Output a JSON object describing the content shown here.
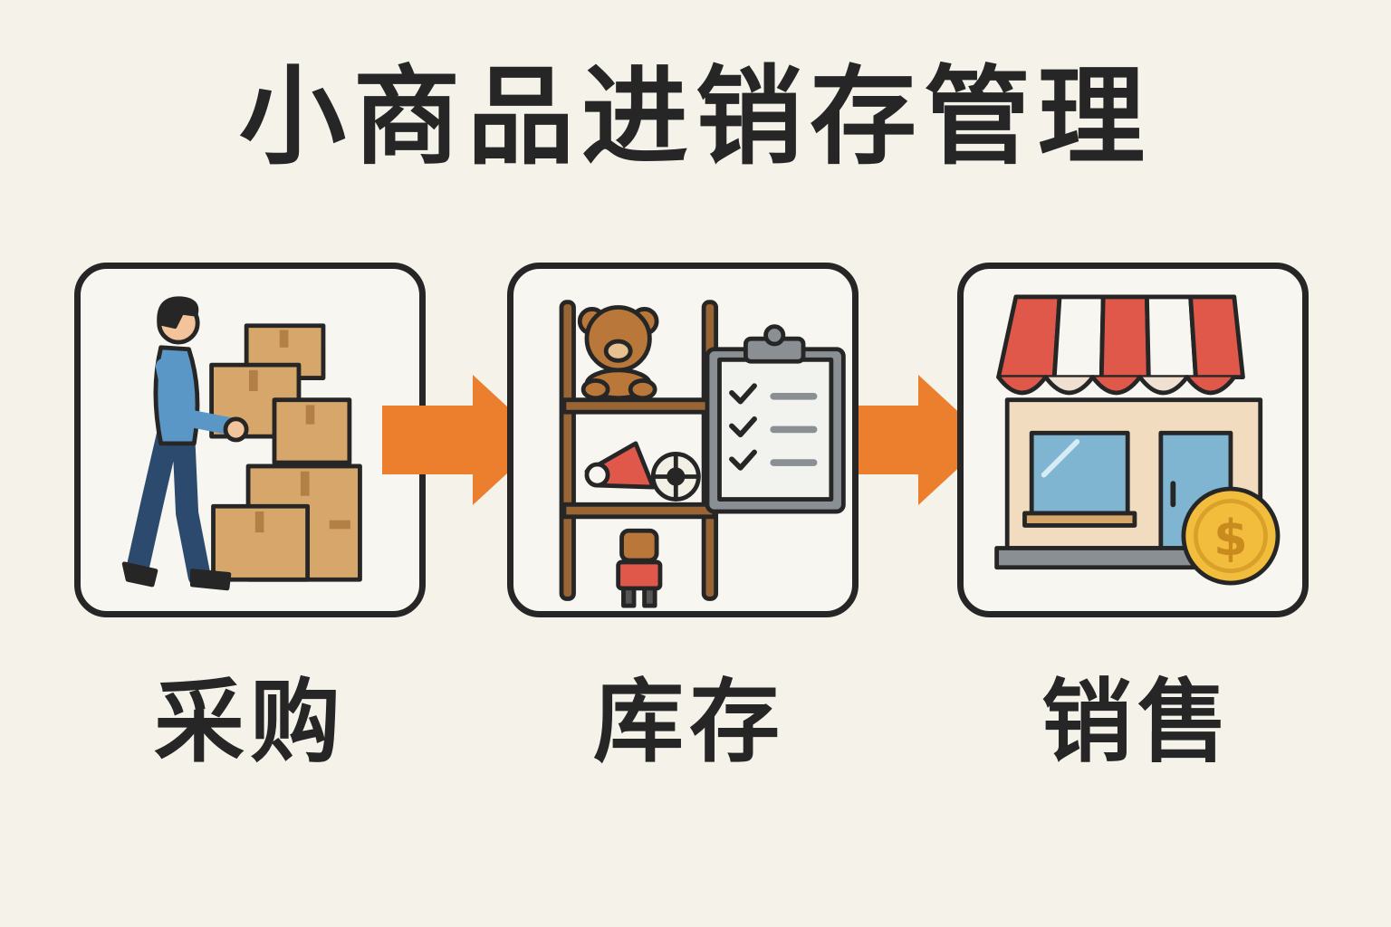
{
  "title": "小商品进销存管理",
  "steps": [
    {
      "label": "采购",
      "icon": "person-carrying-boxes-icon"
    },
    {
      "label": "库存",
      "icon": "shelf-with-toys-and-checklist-icon"
    },
    {
      "label": "销售",
      "icon": "storefront-with-coin-icon"
    }
  ],
  "flow_icons": [
    "right-arrow-icon",
    "right-arrow-icon"
  ],
  "colors": {
    "background": "#f5f2ea",
    "outline": "#262626",
    "arrow": "#ec7f2d",
    "box": "#d7a66a",
    "awning_red": "#e0584a",
    "coin": "#f2bc3c",
    "shirt": "#5a97c6",
    "shelf_wood": "#9a6535"
  }
}
